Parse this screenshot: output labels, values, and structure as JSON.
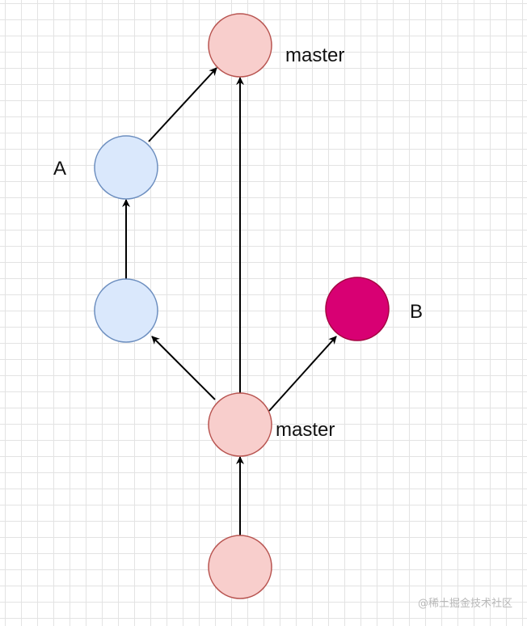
{
  "diagram": {
    "labels": {
      "master_top": "master",
      "A": "A",
      "B": "B",
      "master_mid": "master"
    },
    "colors": {
      "master_fill": "#f8cecc",
      "master_stroke": "#b85450",
      "feature_fill": "#dae8fc",
      "feature_stroke": "#6c8ebf",
      "b_fill": "#d80073",
      "b_stroke": "#a50040",
      "edge": "#000000"
    }
  },
  "watermark": "@稀土掘金技术社区"
}
